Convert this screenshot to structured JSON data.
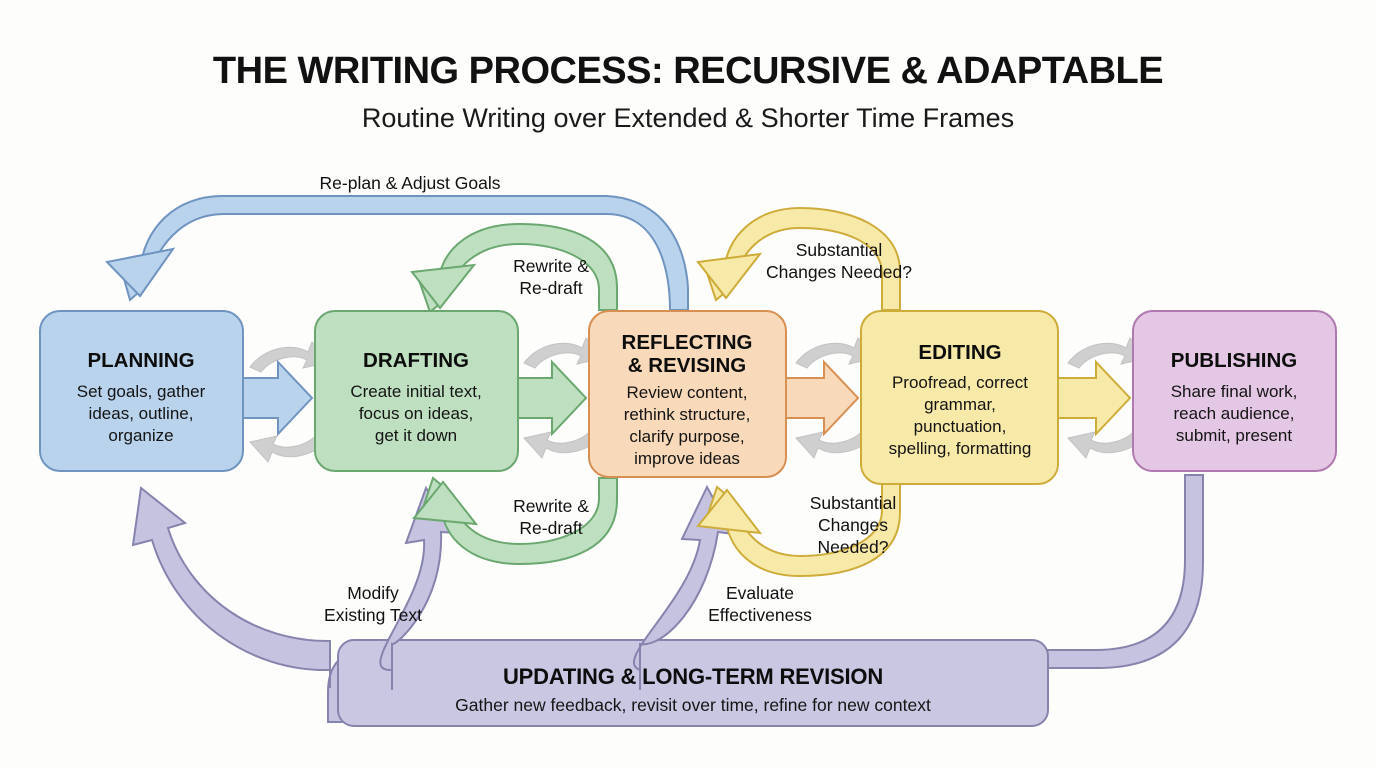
{
  "header": {
    "title": "THE WRITING PROCESS: RECURSIVE & ADAPTABLE",
    "subtitle": "Routine Writing over Extended & Shorter Time Frames"
  },
  "stages": [
    {
      "id": "planning",
      "title": "PLANNING",
      "lines": [
        "Set goals, gather",
        "ideas, outline,",
        "organize"
      ],
      "fill": "#b9d3ec",
      "stroke": "#6f94c0"
    },
    {
      "id": "drafting",
      "title": "DRAFTING",
      "lines": [
        "Create initial text,",
        "focus on ideas,",
        "get it down"
      ],
      "fill": "#bedfc0",
      "stroke": "#6aa870"
    },
    {
      "id": "reflecting-revising",
      "title": "REFLECTING",
      "title2": "& REVISING",
      "lines": [
        "Review content,",
        "rethink structure,",
        "clarify purpose,",
        "improve ideas"
      ],
      "fill": "#f8d9ba",
      "stroke": "#d88f52"
    },
    {
      "id": "editing",
      "title": "EDITING",
      "lines": [
        "Proofread, correct",
        "grammar,",
        "punctuation,",
        "spelling, formatting"
      ],
      "fill": "#f7e9a8",
      "stroke": "#ceac3a"
    },
    {
      "id": "publishing",
      "title": "PUBLISHING",
      "lines": [
        "Share final work,",
        "reach audience,",
        "submit, present"
      ],
      "fill": "#e4c7e4",
      "stroke": "#b07ab0"
    }
  ],
  "loops": {
    "replan": {
      "lines": [
        "Re-plan & Adjust Goals"
      ],
      "color": "#b9d3ec",
      "stroke": "#6f94c0"
    },
    "rewrite_top": {
      "lines": [
        "Rewrite &",
        "Re-draft"
      ],
      "color": "#bedfc0",
      "stroke": "#6aa870"
    },
    "substantial_top": {
      "lines": [
        "Substantial",
        "Changes Needed?"
      ],
      "color": "#f7e9a8",
      "stroke": "#ceac3a"
    },
    "rewrite_bottom": {
      "lines": [
        "Rewrite &",
        "Re-draft"
      ],
      "color": "#bedfc0",
      "stroke": "#6aa870"
    },
    "substantial_bottom": {
      "lines": [
        "Substantial",
        "Changes",
        "Needed?"
      ],
      "color": "#f7e9a8",
      "stroke": "#ceac3a"
    },
    "modify": {
      "lines": [
        "Modify",
        "Existing Text"
      ],
      "color": "#c5c3e0",
      "stroke": "#8683ad"
    },
    "evaluate": {
      "lines": [
        "Evaluate",
        "Effectiveness"
      ],
      "color": "#c5c3e0",
      "stroke": "#8683ad"
    }
  },
  "banner": {
    "title": "UPDATING & LONG-TERM REVISION",
    "subtitle": "Gather new feedback, revisit over time, refine for new context",
    "fill": "#c9c7e2",
    "stroke": "#8683ad"
  },
  "recursive_arrows": {
    "color": "#cfcfcf",
    "stroke": "#c2c2c2",
    "name": "recursive-cycle-arrows"
  }
}
